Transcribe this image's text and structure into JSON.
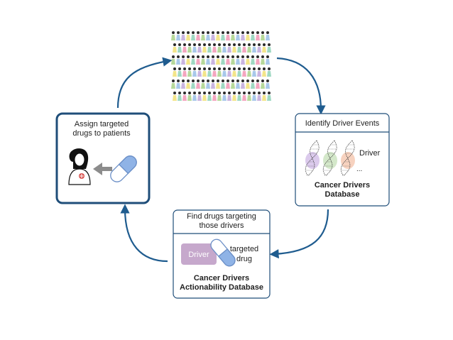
{
  "palette": {
    "box_stroke": "#1f4e79",
    "arrow": "#1f5c8f",
    "driver_pill": "#c6a8cc",
    "capsule_blue": "#8fb3e6",
    "capsule_white": "#ffffff",
    "pointer_arrow": "#8c8c8c",
    "crowd_colors": [
      "#b6d89a",
      "#f4a6c0",
      "#a8c8ea",
      "#f3e58a",
      "#c9b4e0",
      "#9fd8c2"
    ]
  },
  "assign_box": {
    "title_line1": "Assign targeted",
    "title_line2": "drugs to patients",
    "icons": [
      "patient-icon",
      "gray-left-arrow-icon",
      "capsule-icon"
    ]
  },
  "identify_box": {
    "title": "Identify Driver Events",
    "driver_label": "Driver",
    "ellipsis": "...",
    "db_line1": "Cancer Drivers",
    "db_line2": "Database",
    "icons": [
      "dna-helix-icon"
    ]
  },
  "find_box": {
    "title_line1": "Find drugs targeting",
    "title_line2": "those drivers",
    "driver_pill": "Driver",
    "drug_line1": "targeted",
    "drug_line2": "drug",
    "db_line1": "Cancer Drivers",
    "db_line2": "Actionability Database",
    "icons": [
      "capsule-icon"
    ]
  },
  "crowd": {
    "icons": [
      "people-crowd-icon"
    ]
  }
}
